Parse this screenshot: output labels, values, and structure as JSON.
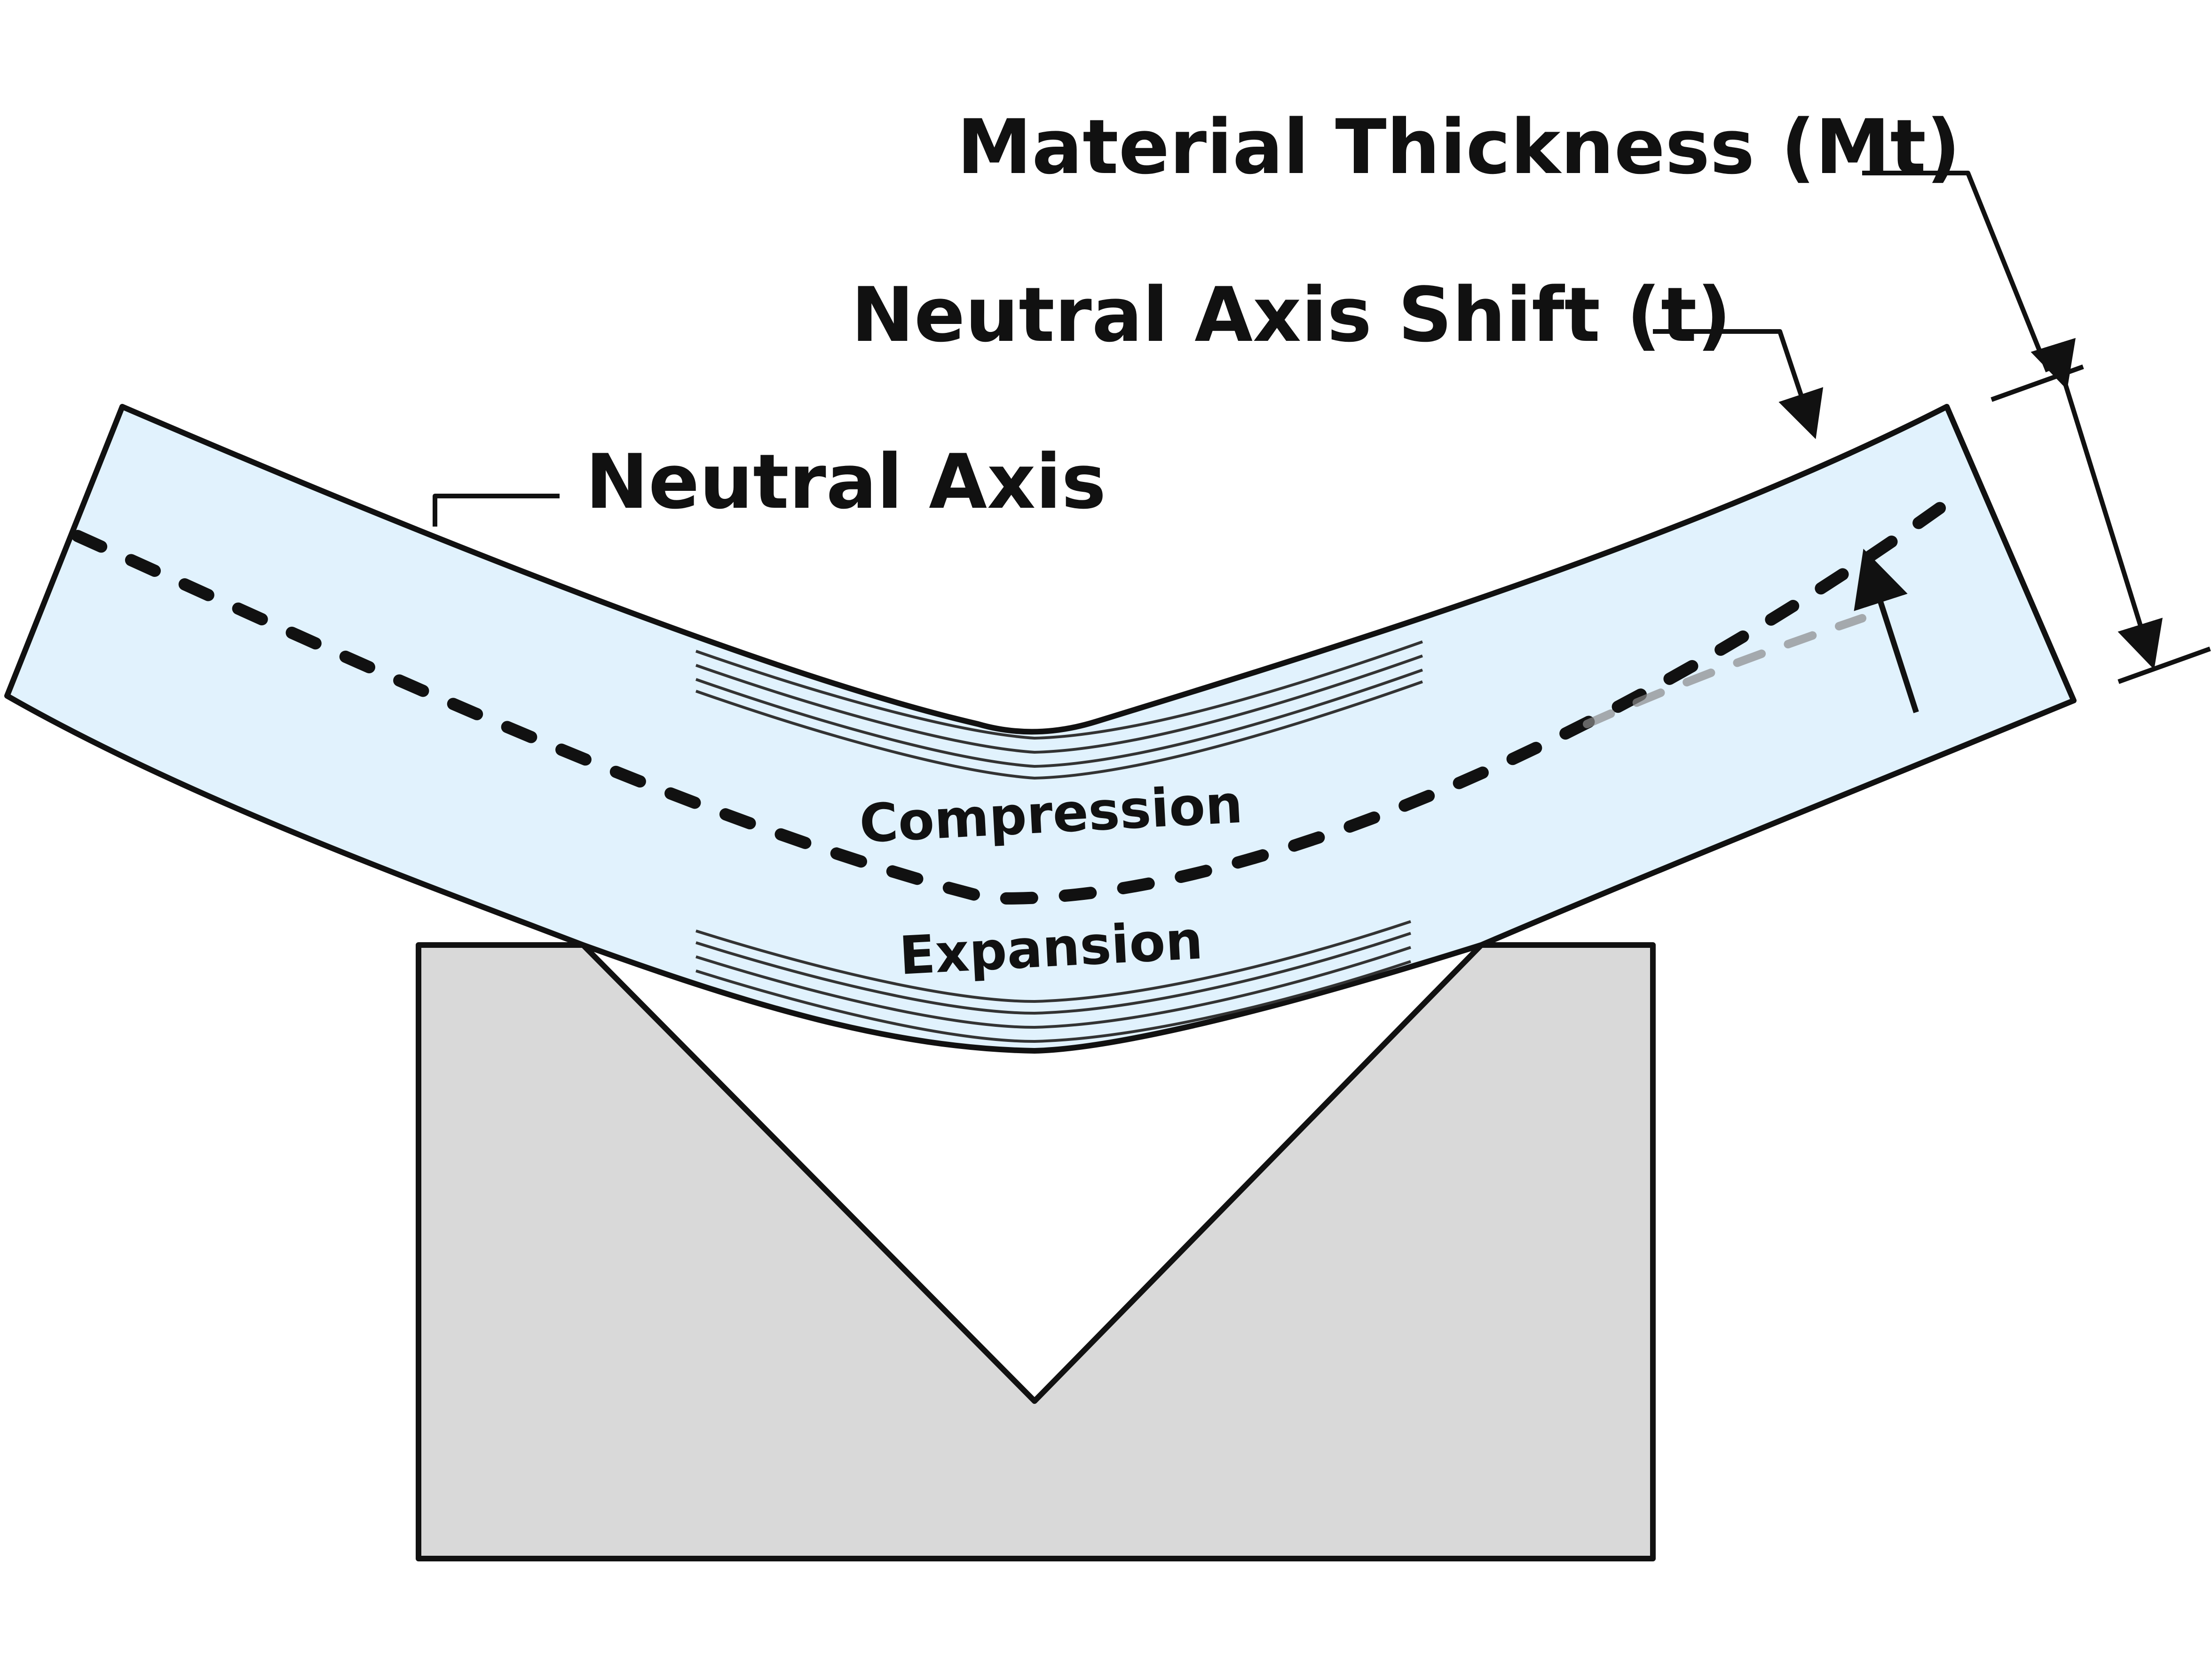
{
  "labels": {
    "material_thickness": "Material Thickness (Mt)",
    "neutral_axis_shift": "Neutral Axis Shift (t)",
    "neutral_axis": "Neutral Axis",
    "compression": "Compression",
    "expansion": "Expansion"
  },
  "colors": {
    "sheet_fill": "#e1f2fd",
    "die_fill": "#d9d9d9",
    "line": "#111111"
  }
}
